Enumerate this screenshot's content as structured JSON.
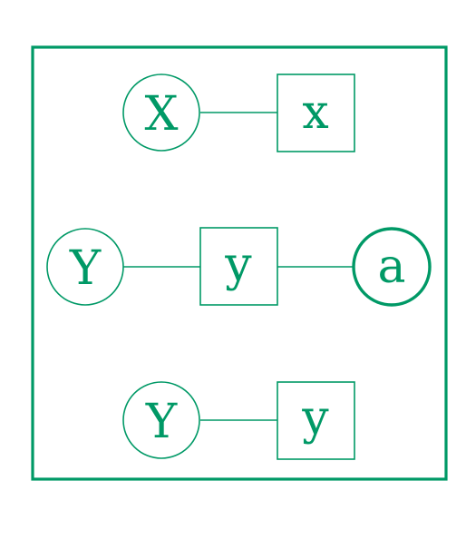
{
  "colors": {
    "accent": "#009966",
    "background": "#ffffff"
  },
  "diagram": {
    "rows": [
      {
        "nodes": [
          {
            "id": "X",
            "shape": "circle",
            "label": "X"
          },
          {
            "id": "x",
            "shape": "square",
            "label": "x"
          }
        ]
      },
      {
        "nodes": [
          {
            "id": "Y1",
            "shape": "circle",
            "label": "Y"
          },
          {
            "id": "y1",
            "shape": "square",
            "label": "y"
          },
          {
            "id": "a",
            "shape": "circle",
            "label": "a",
            "emphasis": "bold"
          }
        ]
      },
      {
        "nodes": [
          {
            "id": "Y2",
            "shape": "circle",
            "label": "Y"
          },
          {
            "id": "y2",
            "shape": "square",
            "label": "y"
          }
        ]
      }
    ]
  }
}
